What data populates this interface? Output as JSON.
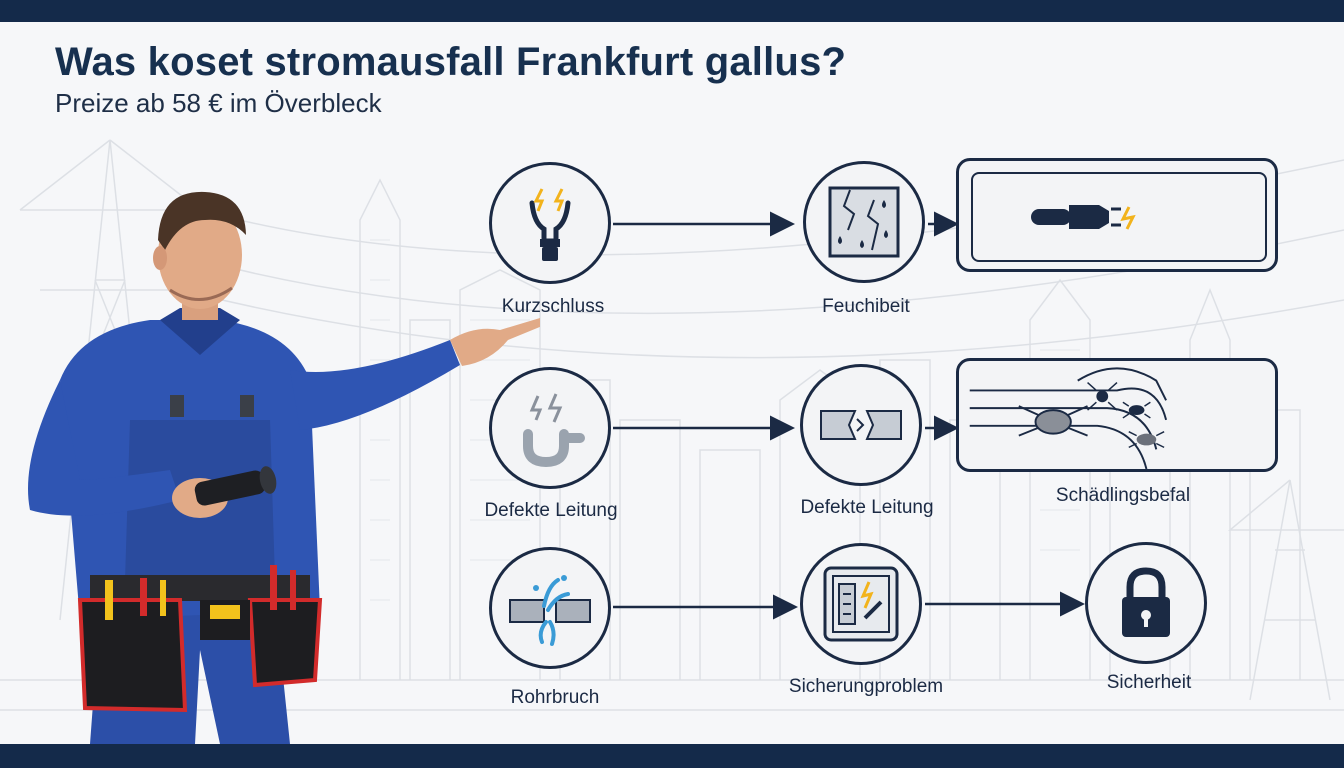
{
  "header": {
    "title": "Was koset stromausfall Frankfurt gallus?",
    "subtitle": "Preize ab 58 € im Överbleck"
  },
  "colors": {
    "navy": "#142a4a",
    "stroke": "#1b2a44",
    "accent_yellow": "#f2b31c",
    "water_blue": "#3a9bd6",
    "uniform_blue": "#2c4fa8"
  },
  "illustration": {
    "subject": "electrician-in-blue-overalls-pointing",
    "holds": "flashlight-icon",
    "background": "frankfurt-skyline-with-power-pylons"
  },
  "diagram": {
    "nodes": [
      {
        "label": "Kurzschluss",
        "icon": "light-bulb-spark-icon"
      },
      {
        "label": "Feuchibeit",
        "icon": "cracked-wet-wall-icon"
      },
      {
        "label": "",
        "icon": "flashlight-spark-icon"
      },
      {
        "label": "Defekte Leitung",
        "icon": "broken-pipe-spark-icon"
      },
      {
        "label": "Defekte Leitung",
        "icon": "broken-wire-icon"
      },
      {
        "label": "Schädlingsbefal",
        "icon": "pests-on-wires-icon"
      },
      {
        "label": "Rohrbruch",
        "icon": "burst-pipe-icon"
      },
      {
        "label": "Sicherungproblem",
        "icon": "fuse-box-icon"
      },
      {
        "label": "Sicherheit",
        "icon": "padlock-icon"
      }
    ],
    "edges": [
      [
        "Kurzschluss",
        "Feuchibeit"
      ],
      [
        "Feuchibeit",
        "flashlight-panel"
      ],
      [
        "Defekte Leitung",
        "Defekte Leitung (2)"
      ],
      [
        "Defekte Leitung (2)",
        "Schädlingsbefal"
      ],
      [
        "Rohrbruch",
        "Sicherungproblem"
      ],
      [
        "Sicherungproblem",
        "Sicherheit"
      ]
    ]
  }
}
